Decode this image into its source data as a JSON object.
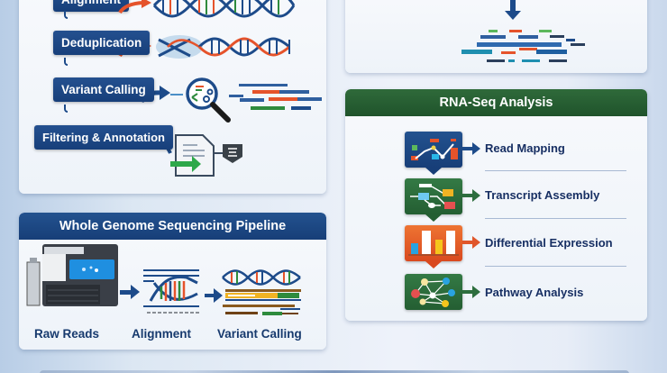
{
  "exome_pipeline": {
    "steps": [
      {
        "label": "Alignment",
        "icon": "dna-helix-icon"
      },
      {
        "label": "Deduplication",
        "icon": "dna-dedup-icon"
      },
      {
        "label": "Variant Calling",
        "icon": "magnifier-variant-icon"
      },
      {
        "label": "Filtering & Annotation",
        "icon": "document-annotation-icon"
      }
    ]
  },
  "top_right_panel": {
    "icon": "read-pileup-icon"
  },
  "wgs_pipeline": {
    "title": "Whole Genome Sequencing Pipeline",
    "stages": [
      {
        "label": "Raw Reads",
        "icon": "sequencer-machine-icon"
      },
      {
        "label": "Alignment",
        "icon": "alignment-icon"
      },
      {
        "label": "Variant Calling",
        "icon": "variant-calling-icon"
      }
    ]
  },
  "rna_seq": {
    "title": "RNA-Seq Analysis",
    "steps": [
      {
        "label": "Read Mapping",
        "icon": "line-chart-icon",
        "color": "#1f4e8c"
      },
      {
        "label": "Transcript Assembly",
        "icon": "branch-graph-icon",
        "color": "#2d6e3e"
      },
      {
        "label": "Differential Expression",
        "icon": "bar-chart-icon",
        "color": "#e0562a"
      },
      {
        "label": "Pathway Analysis",
        "icon": "network-icon",
        "color": "#2d6e3e"
      }
    ]
  },
  "colors": {
    "navy": "#1d4b8a",
    "green_header": "#27603a",
    "orange_arrow": "#e5532b",
    "text_dark": "#172f63"
  }
}
